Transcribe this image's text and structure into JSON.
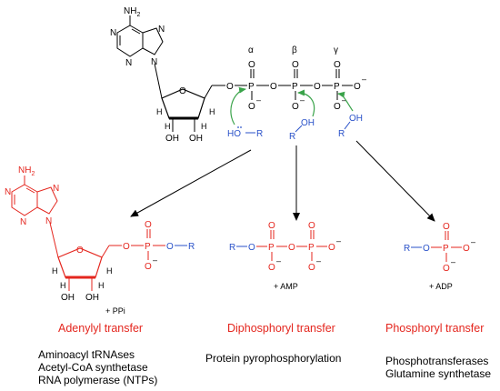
{
  "atp": {
    "nh2": "NH",
    "nh2_sub": "2",
    "n_label": "N",
    "o_label": "O",
    "p_label": "P",
    "h_label": "H",
    "oh_label": "OH",
    "minus": "–",
    "alpha": "α",
    "beta": "β",
    "gamma": "γ",
    "nucleophile_o": "O",
    "r_label": "R"
  },
  "products": {
    "adenylyl_byproduct": "+ PPi",
    "diphosphoryl_byproduct": "+ AMP",
    "phosphoryl_byproduct": "+ ADP"
  },
  "categories": [
    {
      "title": "Adenylyl transfer",
      "examples": [
        "Aminoacyl tRNAses",
        "Acetyl-CoA synthetase",
        "RNA polymerase (NTPs)"
      ]
    },
    {
      "title": "Diphosphoryl transfer",
      "examples": [
        "Protein pyrophosphorylation"
      ]
    },
    {
      "title": "Phosphoryl transfer",
      "examples": [
        "Phosphotransferases",
        "Glutamine synthetase"
      ]
    }
  ],
  "colors": {
    "black": "#000000",
    "red": "#e4261e",
    "blue": "#2a52c9",
    "green": "#3aa34a"
  }
}
